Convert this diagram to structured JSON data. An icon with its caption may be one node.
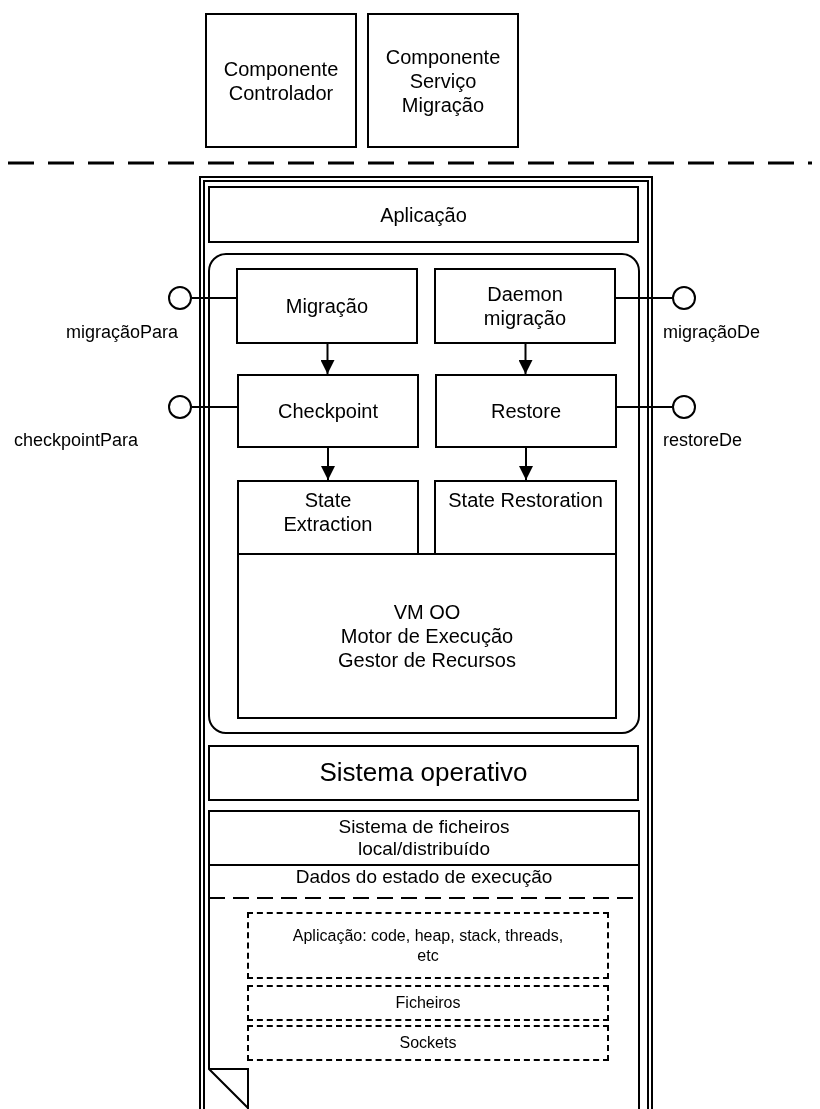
{
  "diagram": {
    "nodes": [
      {
        "text": [
          "Componente Controlador"
        ]
      },
      {
        "text": [
          "Componente Serviço Migração"
        ]
      },
      {
        "text": [],
        "shape": "box"
      },
      {
        "text": [
          "Aplicação"
        ],
        "in": 2
      },
      {
        "text": [],
        "shape": "box",
        "in": 2
      },
      {
        "text": [
          "Migração"
        ],
        "in": 4
      },
      {
        "text": [
          "Daemon migração"
        ],
        "in": 4
      },
      {
        "text": [
          "Checkpoint"
        ],
        "in": 4
      },
      {
        "text": [
          "Restore"
        ],
        "in": 4
      },
      {
        "text": [
          "State Extraction"
        ],
        "in": 4
      },
      {
        "text": [
          "State Restoration"
        ],
        "in": 4
      },
      {
        "text": [
          "VM OO",
          "Motor de Execução",
          "Gestor de Recursos"
        ],
        "in": 4
      },
      {
        "text": [
          "Sistema operativo"
        ],
        "in": 2
      },
      {
        "text": [
          "Sistema de ficheiros local/distribuído"
        ],
        "in": 2
      },
      {
        "text": [
          "Dados do estado de execução"
        ],
        "in": 2
      },
      {
        "text": [
          "Aplicação: code, heap, stack, threads, etc"
        ],
        "in": 14
      },
      {
        "text": [
          "Ficheiros"
        ],
        "in": 14
      },
      {
        "text": [
          "Sockets"
        ],
        "in": 14
      },
      {
        "text": [],
        "shape": "circle",
        "beside": [
          "migraçãoPara"
        ]
      },
      {
        "text": [],
        "shape": "circle",
        "beside": [
          "checkpointPara"
        ]
      },
      {
        "text": [],
        "shape": "circle",
        "beside": [
          "migraçãoDe"
        ]
      },
      {
        "text": [],
        "shape": "circle",
        "beside": [
          "restoreDe"
        ]
      }
    ],
    "edges": [
      {
        "from": 18,
        "to": 5,
        "arrow": "none"
      },
      {
        "from": 19,
        "to": 7,
        "arrow": "none"
      },
      {
        "from": 6,
        "to": 20,
        "arrow": "none"
      },
      {
        "from": 8,
        "to": 21,
        "arrow": "none"
      },
      {
        "from": 5,
        "to": 7,
        "arrow": "to"
      },
      {
        "from": 6,
        "to": 8,
        "arrow": "to"
      },
      {
        "from": 7,
        "to": 9,
        "arrow": "to"
      },
      {
        "from": 8,
        "to": 10,
        "arrow": "to"
      }
    ]
  }
}
